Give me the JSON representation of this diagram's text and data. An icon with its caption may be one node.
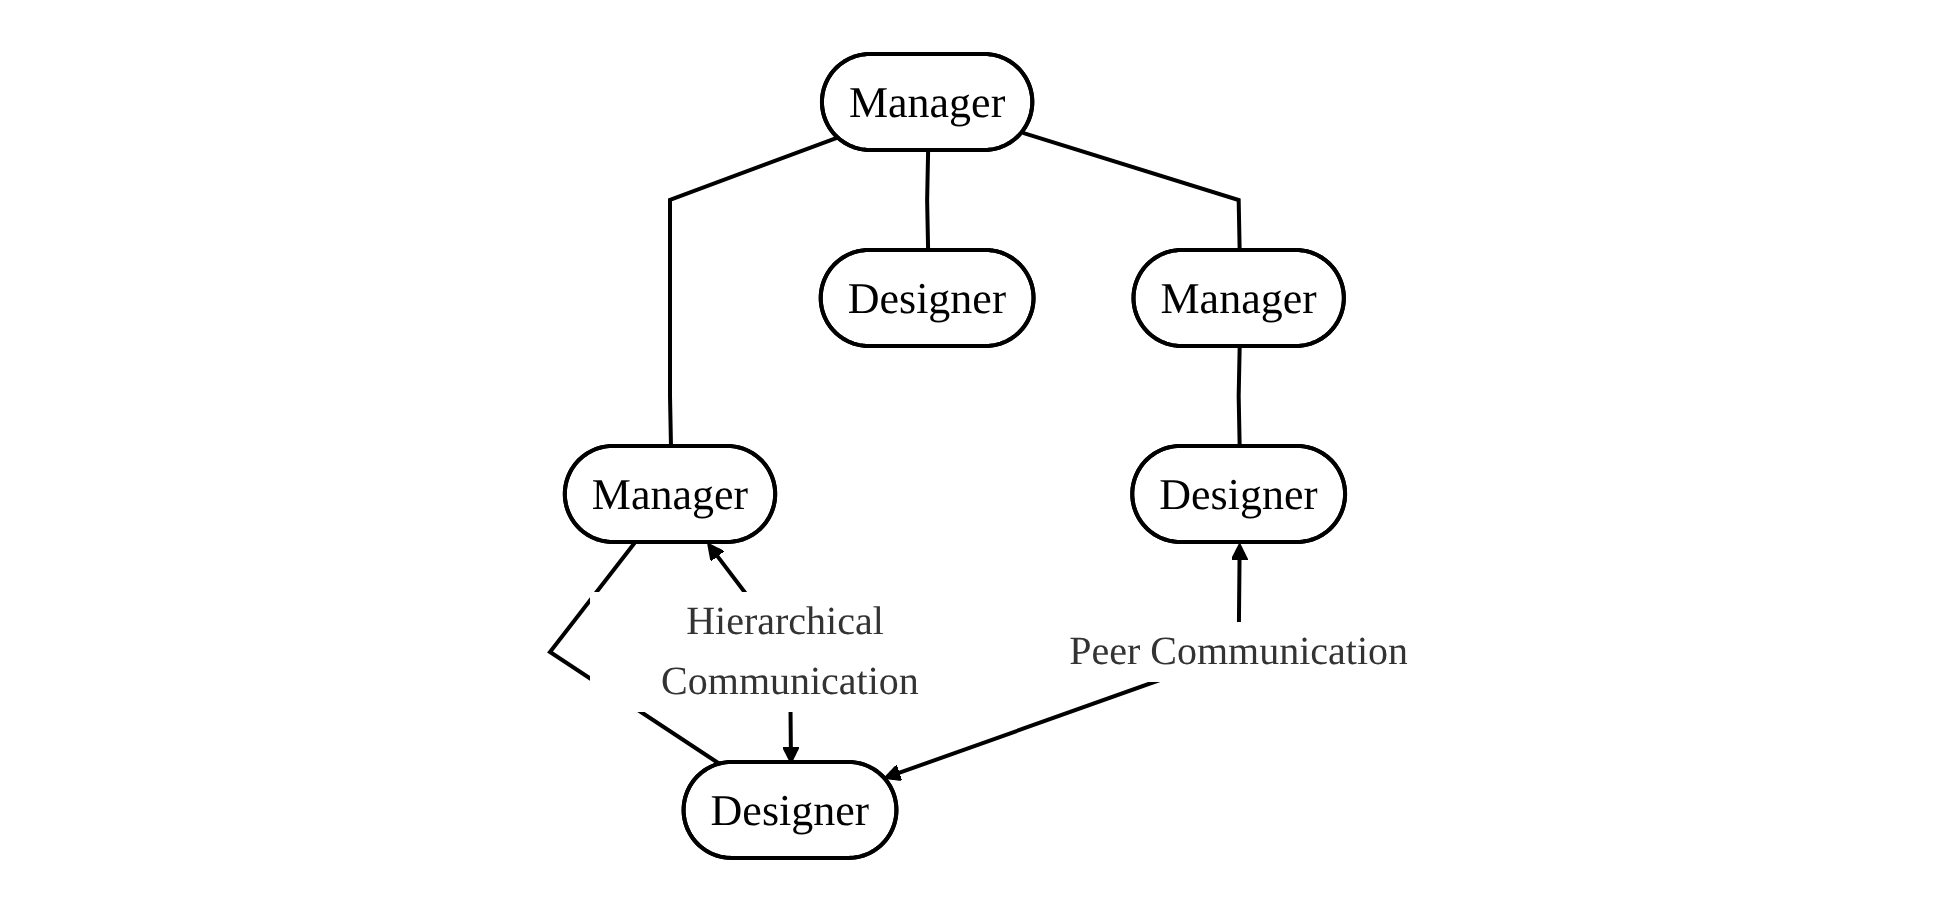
{
  "diagram": {
    "nodes": [
      {
        "text": [
          "Manager"
        ]
      },
      {
        "text": [
          "Manager"
        ]
      },
      {
        "text": [
          "Designer"
        ]
      },
      {
        "text": [
          "Manager"
        ]
      },
      {
        "text": [
          "Designer"
        ]
      },
      {
        "text": [
          "Designer"
        ]
      }
    ],
    "edges": [
      {
        "from": 0,
        "to": 1,
        "arrow": "none"
      },
      {
        "from": 0,
        "to": 2,
        "arrow": "none"
      },
      {
        "from": 0,
        "to": 3,
        "arrow": "none"
      },
      {
        "from": 1,
        "to": 4,
        "arrow": "none"
      },
      {
        "from": 3,
        "to": 5,
        "arrow": "none"
      },
      {
        "from": 3,
        "to": 5,
        "arrow": "both",
        "label": "Hierarchical Communication"
      },
      {
        "from": 4,
        "to": 5,
        "arrow": "both",
        "label": "Peer Communication"
      }
    ]
  }
}
